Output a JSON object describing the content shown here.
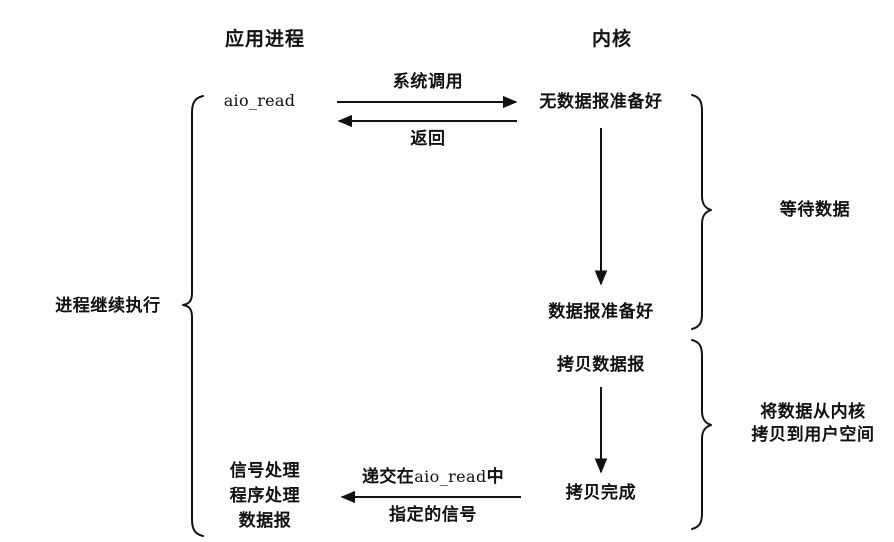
{
  "figure": {
    "kind": "asynchronous-io-model-diagram",
    "background": "#fdfdfd",
    "ink": "#111111"
  },
  "columns": {
    "application": "应用进程",
    "kernel": "内核"
  },
  "application": {
    "call_label": "aio_read",
    "signal_handler_line1": "信号处理",
    "signal_handler_line2": "程序处理",
    "signal_handler_line3": "数据报",
    "process_continues": "进程继续执行"
  },
  "kernel": {
    "no_datagram_ready": "无数据报准备好",
    "datagram_ready": "数据报准备好",
    "copy_datagram": "拷贝数据报",
    "copy_complete": "拷贝完成"
  },
  "edges": {
    "syscall": "系统调用",
    "return": "返回",
    "signal_deliver_line1_pre": "递交在",
    "signal_deliver_line1_mid": "aio_read",
    "signal_deliver_line1_post": "中",
    "signal_deliver_line2": "指定的信号"
  },
  "braces": {
    "wait_for_data": "等待数据",
    "copy_to_user_line1": "将数据从内核",
    "copy_to_user_line2": "拷贝到用户空间"
  }
}
